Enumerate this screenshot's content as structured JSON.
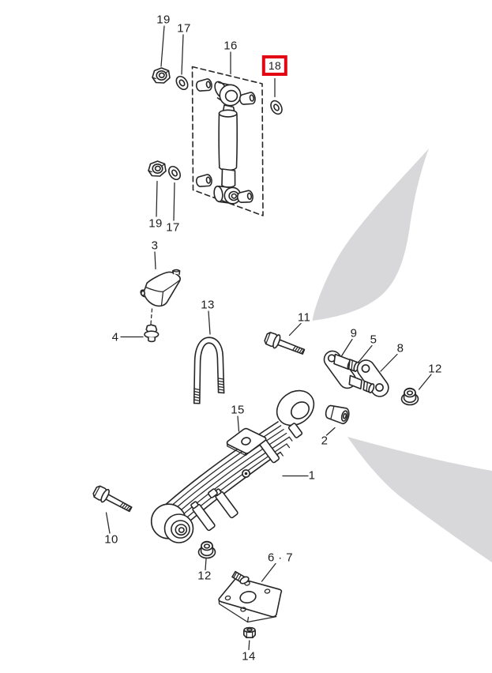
{
  "diagram": {
    "kind": "exploded-parts-diagram",
    "colors": {
      "line": "#262626",
      "background": "#ffffff",
      "swoosh": "#d8d8da",
      "highlight": "#e30613"
    }
  },
  "callouts": [
    {
      "label": "19",
      "highlighted": false
    },
    {
      "label": "17",
      "highlighted": false
    },
    {
      "label": "16",
      "highlighted": false
    },
    {
      "label": "18",
      "highlighted": true
    },
    {
      "label": "19",
      "highlighted": false
    },
    {
      "label": "17",
      "highlighted": false
    },
    {
      "label": "3",
      "highlighted": false
    },
    {
      "label": "4",
      "highlighted": false
    },
    {
      "label": "13",
      "highlighted": false
    },
    {
      "label": "11",
      "highlighted": false
    },
    {
      "label": "9",
      "highlighted": false
    },
    {
      "label": "5",
      "highlighted": false
    },
    {
      "label": "8",
      "highlighted": false
    },
    {
      "label": "12",
      "highlighted": false
    },
    {
      "label": "2",
      "highlighted": false
    },
    {
      "label": "15",
      "highlighted": false
    },
    {
      "label": "1",
      "highlighted": false
    },
    {
      "label": "10",
      "highlighted": false
    },
    {
      "label": "12",
      "highlighted": false
    },
    {
      "label": "6 · 7",
      "highlighted": false
    },
    {
      "label": "14",
      "highlighted": false
    }
  ]
}
